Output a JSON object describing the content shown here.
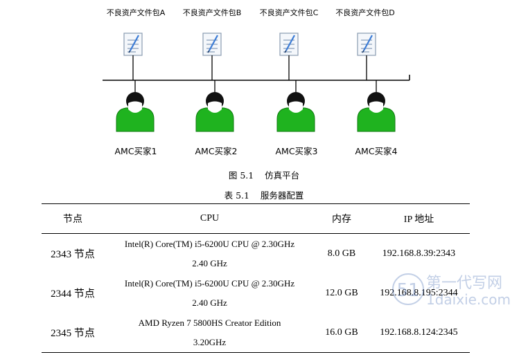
{
  "figure": {
    "packages": [
      "不良资产文件包A",
      "不良资产文件包B",
      "不良资产文件包C",
      "不良资产文件包D"
    ],
    "buyers": [
      "AMC买家1",
      "AMC买家2",
      "AMC买家3",
      "AMC买家4"
    ],
    "caption": "图 5.1    仿真平台"
  },
  "table": {
    "caption": "表 5.1    服务器配置",
    "headers": [
      "节点",
      "CPU",
      "内存",
      "IP 地址"
    ],
    "rows": [
      {
        "node": "2343 节点",
        "cpu_line1": "Intel(R) Core(TM) i5-6200U CPU @ 2.30GHz",
        "cpu_line2": "2.40 GHz",
        "memory": "8.0 GB",
        "ip": "192.168.8.39:2343"
      },
      {
        "node": "2344 节点",
        "cpu_line1": "Intel(R) Core(TM) i5-6200U CPU @ 2.30GHz",
        "cpu_line2": "2.40 GHz",
        "memory": "12.0 GB",
        "ip": "192.168.8.195:2344"
      },
      {
        "node": "2345 节点",
        "cpu_line1": "AMD Ryzen 7 5800HS Creator Edition",
        "cpu_line2": "3.20GHz",
        "memory": "16.0 GB",
        "ip": "192.168.8.124:2345"
      }
    ]
  },
  "watermark": {
    "text_cn": "第一代写网",
    "text_en": "1daixie.com",
    "logo_glyph": "51"
  },
  "colors": {
    "person_body": "#1fb31f",
    "person_head": "#111111",
    "face": "#ffffff",
    "doc_pen": "#3a7bd5"
  }
}
